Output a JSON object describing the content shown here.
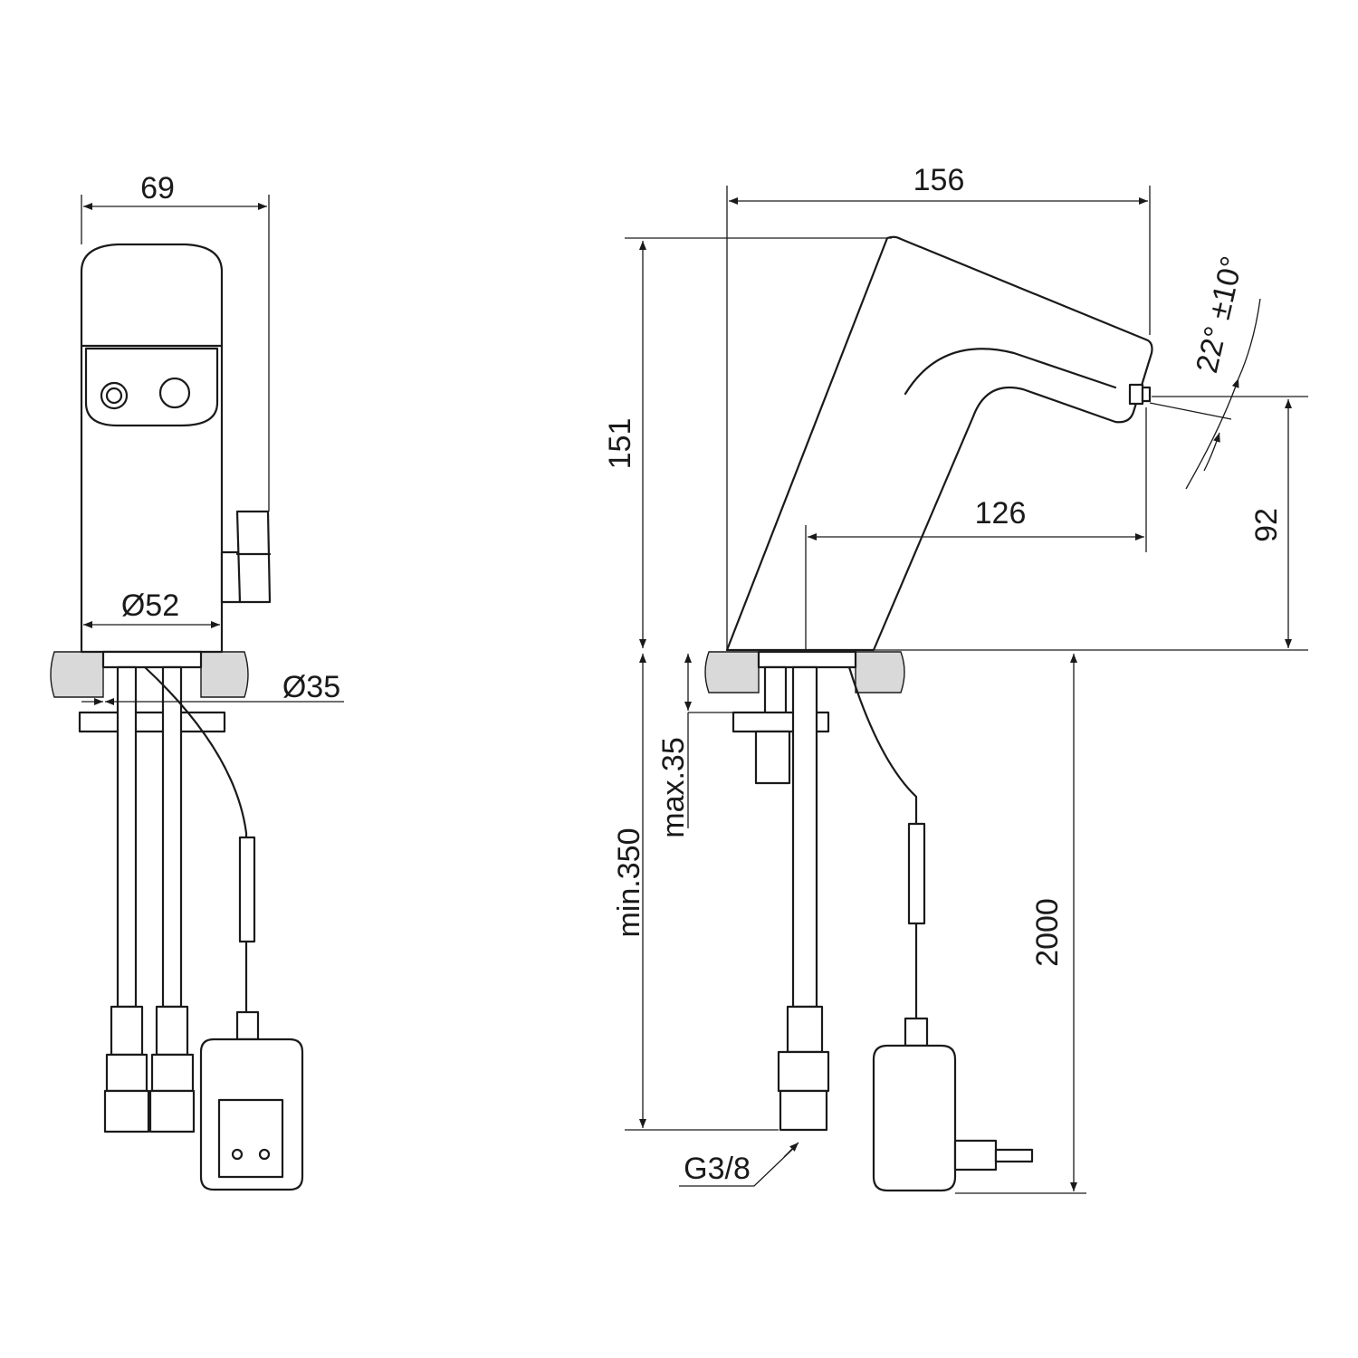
{
  "front_view": {
    "width_label": "69",
    "base_diameter_label": "Ø52",
    "hole_diameter_label": "Ø35"
  },
  "side_view": {
    "length_label": "156",
    "height_label": "151",
    "reach_label": "126",
    "spout_height_label": "92",
    "angle_label": "22° ±10°",
    "max_thickness_label": "max.35",
    "min_length_label": "min.350",
    "cable_length_label": "2000",
    "thread_label": "G3/8"
  }
}
